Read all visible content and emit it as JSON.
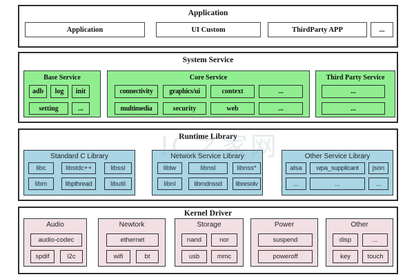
{
  "watermark": "IC之家网",
  "colors": {
    "green": "#90ee90",
    "blue": "#a9d5e5",
    "pink": "#f2dfe4"
  },
  "layers": [
    {
      "title": "Application",
      "items": [
        "Application",
        "UI Custom",
        "ThirdParty APP",
        "..."
      ]
    },
    {
      "title": "System Service",
      "groups": [
        {
          "title": "Base Service",
          "rows": [
            [
              "adb",
              "log",
              "init"
            ],
            [
              "setting",
              "..."
            ]
          ]
        },
        {
          "title": "Core Service",
          "rows": [
            [
              "connectivity",
              "graphics/ui",
              "context",
              "..."
            ],
            [
              "multimedia",
              "security",
              "web",
              "..."
            ]
          ]
        },
        {
          "title": "Third Party Service",
          "rows": [
            [
              "..."
            ],
            [
              "..."
            ]
          ]
        }
      ]
    },
    {
      "title": "Runtime Library",
      "groups": [
        {
          "title": "Standard C Library",
          "rows": [
            [
              "libc",
              "libstdc++",
              "libssl"
            ],
            [
              "libm",
              "libpthread",
              "libutil"
            ]
          ]
        },
        {
          "title": "Network Service Library",
          "rows": [
            [
              "liblw",
              "libnsl",
              "libnss*"
            ],
            [
              "libnl",
              "libmdnssd",
              "libresolv"
            ]
          ]
        },
        {
          "title": "Other Service Library",
          "rows": [
            [
              "alsa",
              "wpa_supplicant",
              "json"
            ],
            [
              "...",
              "...",
              "..."
            ]
          ]
        }
      ]
    },
    {
      "title": "Kernel Driver",
      "groups": [
        {
          "title": "Audio",
          "rows": [
            [
              "audio-codec"
            ],
            [
              "spdif",
              "i2c"
            ]
          ]
        },
        {
          "title": "Newtork",
          "rows": [
            [
              "ethernet"
            ],
            [
              "wifi",
              "bt"
            ]
          ]
        },
        {
          "title": "Storage",
          "rows": [
            [
              "nand",
              "nor"
            ],
            [
              "usb",
              "mmc"
            ]
          ]
        },
        {
          "title": "Power",
          "rows": [
            [
              "suspend"
            ],
            [
              "poweroff"
            ]
          ]
        },
        {
          "title": "Other",
          "rows": [
            [
              "disp",
              "..."
            ],
            [
              "key",
              "touch"
            ]
          ]
        }
      ]
    }
  ]
}
